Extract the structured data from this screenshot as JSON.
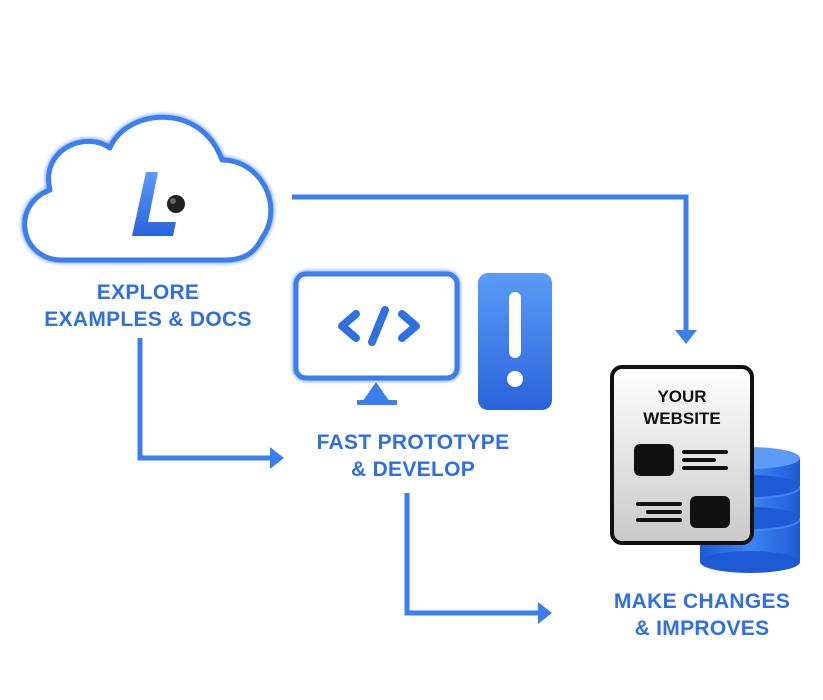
{
  "explore": {
    "line1": "EXPLORE",
    "line2": "EXAMPLES & DOCS"
  },
  "prototype": {
    "line1": "FAST PROTOTYPE",
    "line2": "& DEVELOP"
  },
  "changes": {
    "line1": "MAKE CHANGES",
    "line2": "& IMPROVES"
  },
  "website_card": {
    "line1": "YOUR",
    "line2": "WEBSITE"
  },
  "icons": {
    "cloud": "cloud-icon",
    "logo": "logo-l-icon",
    "monitor": "code-monitor-icon",
    "alert": "exclamation-icon",
    "database": "database-icon",
    "document": "website-document-icon"
  },
  "colors": {
    "accent": "#2f6fe4",
    "accent_light": "#4a90f5",
    "text_dark": "#111111"
  }
}
